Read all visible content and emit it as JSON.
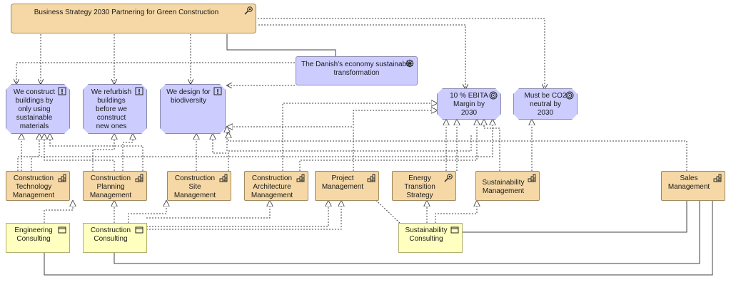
{
  "nodes": {
    "strategy": "Business Strategy 2030  Partnering for Green Construction",
    "danish_driver": "The Danish's economy sustainable\ntransformation",
    "req_construct": "We construct\nbuildings by\nonly using\nsustainable\nmaterials",
    "req_refurbish": "We refurbish\nbuildings\nbefore we\nconstruct\nnew ones",
    "req_biodiversity": "We design for\nbiodiversity",
    "goal_ebita": "10 % EBITA\nMargin by\n2030",
    "goal_co2": "Must be CO2\nneutral by\n2030",
    "cap_ctm": "Construction\nTechnology\nManagement",
    "cap_cpm": "Construction\nPlanning\nManagement",
    "cap_csm": "Construction\nSite\nManagement",
    "cap_cam": "Construction\nArchitecture\nManagement",
    "cap_pm": "Project\nManagement",
    "cap_ets": "Energy\nTransition\nStrategy",
    "cap_sm": "Sustainability\nManagement",
    "cap_sales": "Sales\nManagement",
    "res_eng": "Engineering\nConsulting",
    "res_cons": "Construction\nConsulting",
    "res_sust": "Sustainability\nConsulting"
  },
  "colors": {
    "business": "#f5d8a6",
    "motivation": "#ccccff",
    "resource": "#ffffc0",
    "line": "#404040"
  },
  "icons": {
    "goal": "target-icon",
    "capability": "grid-steps-icon",
    "requirement": "exclamation-icon",
    "driver": "wheel-icon",
    "resource": "folder-icon",
    "strategy": "arrow-target-icon"
  }
}
